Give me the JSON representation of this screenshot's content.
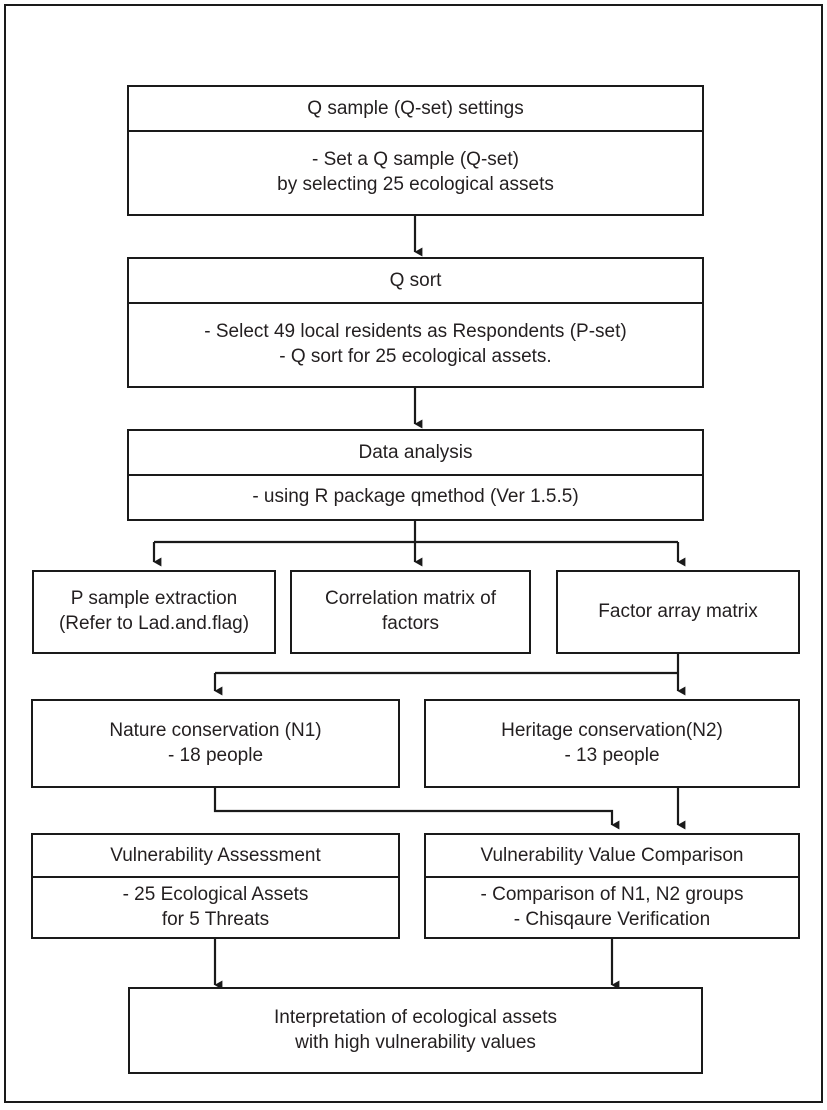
{
  "diagram": {
    "title": "Q methodology research flowchart",
    "stroke_color": "#1a1a1a",
    "text_color": "#231f20",
    "background": "#ffffff"
  },
  "nodes": {
    "q_sample": {
      "header": "Q sample (Q-set) settings",
      "body": "-  Set a Q sample (Q-set)\nby selecting 25 ecological assets"
    },
    "q_sort": {
      "header": "Q sort",
      "body": "- Select 49 local residents as Respondents (P-set)\n- Q sort for 25 ecological assets."
    },
    "data_analysis": {
      "header": "Data analysis",
      "body": "- using R package qmethod (Ver 1.5.5)"
    },
    "p_sample_extraction": {
      "body": "P sample extraction\n(Refer to Lad.and.flag)"
    },
    "correlation_matrix": {
      "body": "Correlation matrix of\nfactors"
    },
    "factor_array_matrix": {
      "body": "Factor array matrix"
    },
    "nature_conservation": {
      "body": "Nature conservation (N1)\n- 18 people"
    },
    "heritage_conservation": {
      "body": "Heritage conservation(N2)\n- 13 people"
    },
    "vulnerability_assessment": {
      "header": "Vulnerability Assessment",
      "body": "- 25 Ecological Assets\nfor 5 Threats"
    },
    "vulnerability_comparison": {
      "header": "Vulnerability Value Comparison",
      "body": "-   Comparison of N1, N2  groups\n-  Chisqaure Verification"
    },
    "interpretation": {
      "body": "Interpretation of ecological assets\nwith high vulnerability values"
    }
  }
}
